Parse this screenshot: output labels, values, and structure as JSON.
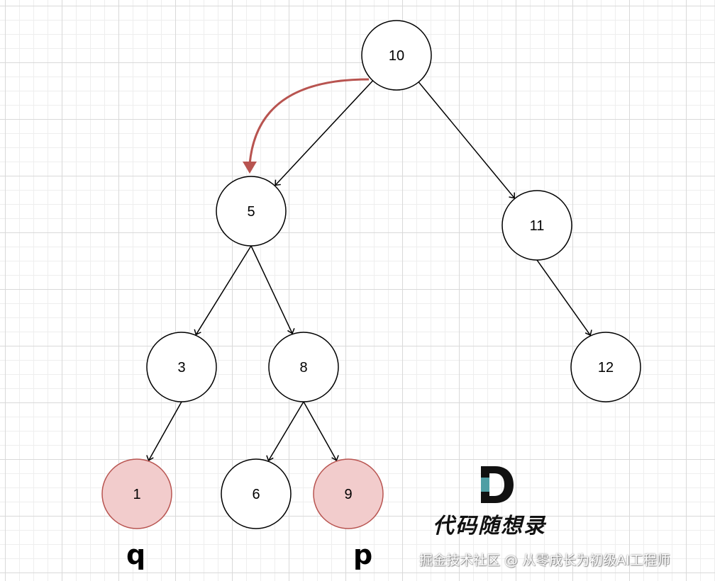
{
  "nodes": [
    {
      "id": "n10",
      "label": "10",
      "highlight": false
    },
    {
      "id": "n5",
      "label": "5",
      "highlight": false
    },
    {
      "id": "n11",
      "label": "11",
      "highlight": false
    },
    {
      "id": "n3",
      "label": "3",
      "highlight": false
    },
    {
      "id": "n8",
      "label": "8",
      "highlight": false
    },
    {
      "id": "n12",
      "label": "12",
      "highlight": false
    },
    {
      "id": "n1",
      "label": "1",
      "highlight": true
    },
    {
      "id": "n6",
      "label": "6",
      "highlight": false
    },
    {
      "id": "n9",
      "label": "9",
      "highlight": true
    }
  ],
  "edges": [
    {
      "from": "n10",
      "to": "n5"
    },
    {
      "from": "n10",
      "to": "n11"
    },
    {
      "from": "n5",
      "to": "n3"
    },
    {
      "from": "n5",
      "to": "n8"
    },
    {
      "from": "n11",
      "to": "n12"
    },
    {
      "from": "n3",
      "to": "n1"
    },
    {
      "from": "n8",
      "to": "n6"
    },
    {
      "from": "n8",
      "to": "n9"
    }
  ],
  "annotations": {
    "q_label": "q",
    "p_label": "p"
  },
  "brand": {
    "name": "代码随想录",
    "logo_icon": "d-logo-icon"
  },
  "watermark": "掘金技术社区 @ 从零成长为初级AI工程师",
  "colors": {
    "highlight_fill": "#f2cccc",
    "highlight_stroke": "#b85450",
    "arrow": "#b85450",
    "node_fill": "#ffffff",
    "node_stroke": "#000000",
    "logo_teal": "#4f9ea4"
  }
}
